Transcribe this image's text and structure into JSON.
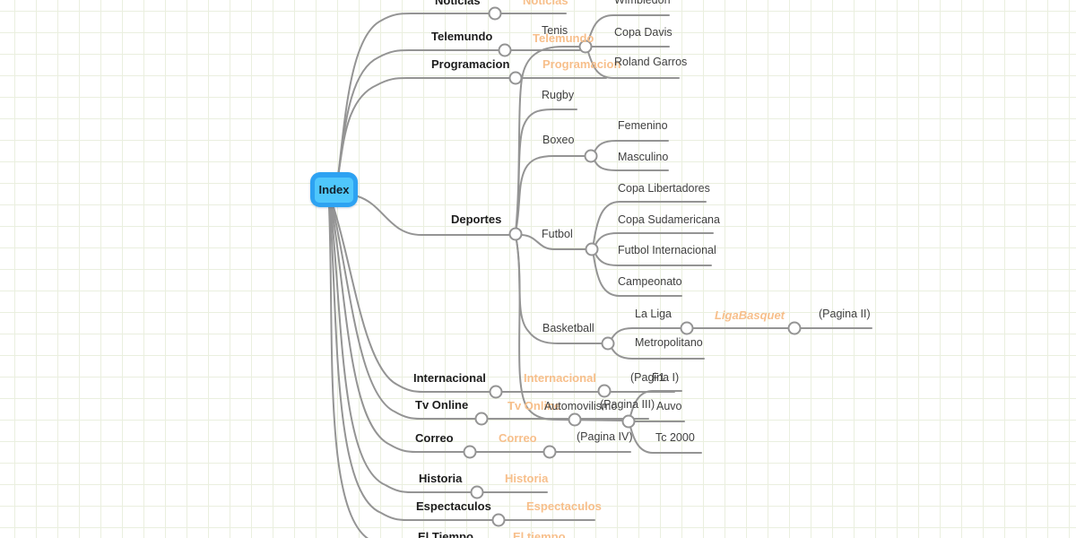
{
  "root": {
    "label": "Index"
  },
  "colors": {
    "node_outer_blue": "#2da2f2",
    "node_inner_blue": "#4fc7fc",
    "link_orange": "#f7bf8b",
    "line_gray": "#949494",
    "text_dark": "#1c1c1c",
    "grid": "#eaefdf"
  },
  "labels": {
    "noticias_main": "Noticias",
    "noticias_link": "Noticias",
    "telemundo_main": "Telemundo",
    "telemundo_link": "Telemundo",
    "programacion_main": "Programacion",
    "programacion_link": "Programacion",
    "deportes_main": "Deportes",
    "internacional_main": "Internacional",
    "internacional_link": "Internacional",
    "internacional_page": "(Pagina I)",
    "tvonline_main": "Tv Online",
    "tvonline_link": "Tv Online",
    "tvonline_page": "(Pagina III)",
    "correo_main": "Correo",
    "correo_link": "Correo",
    "correo_page": "(Pagina IV)",
    "historia_main": "Historia",
    "historia_link": "Historia",
    "espectaculos_main": "Espectaculos",
    "espectaculos_link": "Espectaculos",
    "eltiempo_main": "El Tiempo",
    "eltiempo_link": "El tiempo",
    "tenis": "Tenis",
    "wimbledon": "Wimbledon",
    "copa_davis": "Copa Davis",
    "roland_garros": "Roland Garros",
    "rugby": "Rugby",
    "boxeo": "Boxeo",
    "femenino": "Femenino",
    "masculino": "Masculino",
    "futbol": "Futbol",
    "copa_libertadores": "Copa Libertadores",
    "copa_sudamericana": "Copa Sudamericana",
    "futbol_internacional": "Futbol Internacional",
    "campeonato": "Campeonato",
    "basketball": "Basketball",
    "la_liga": "La Liga",
    "ligabasquet": "LigaBasquet",
    "pagina_ii": "(Pagina II)",
    "metropolitano": "Metropolitano",
    "automovilismo": "Automovilismo",
    "f1": "F1",
    "auvo": "Auvo",
    "tc2000": "Tc 2000"
  },
  "mindmap": {
    "root": "Index",
    "children": [
      {
        "label": "Noticias",
        "children": [
          {
            "label": "Noticias",
            "type": "link"
          }
        ]
      },
      {
        "label": "Telemundo",
        "children": [
          {
            "label": "Telemundo",
            "type": "link"
          }
        ]
      },
      {
        "label": "Programacion",
        "children": [
          {
            "label": "Programacion",
            "type": "link"
          }
        ]
      },
      {
        "label": "Deportes",
        "children": [
          {
            "label": "Tenis",
            "children": [
              {
                "label": "Wimbledon"
              },
              {
                "label": "Copa Davis"
              },
              {
                "label": "Roland Garros"
              }
            ]
          },
          {
            "label": "Rugby"
          },
          {
            "label": "Boxeo",
            "children": [
              {
                "label": "Femenino"
              },
              {
                "label": "Masculino"
              }
            ]
          },
          {
            "label": "Futbol",
            "children": [
              {
                "label": "Copa Libertadores"
              },
              {
                "label": "Copa Sudamericana"
              },
              {
                "label": "Futbol Internacional"
              },
              {
                "label": "Campeonato"
              }
            ]
          },
          {
            "label": "Basketball",
            "children": [
              {
                "label": "La Liga",
                "children": [
                  {
                    "label": "LigaBasquet",
                    "type": "link",
                    "children": [
                      {
                        "label": "(Pagina II)"
                      }
                    ]
                  }
                ]
              },
              {
                "label": "Metropolitano"
              }
            ]
          },
          {
            "label": "Automovilismo",
            "children": [
              {
                "label": "F1"
              },
              {
                "label": "Auvo"
              },
              {
                "label": "Tc 2000"
              }
            ]
          }
        ]
      },
      {
        "label": "Internacional",
        "children": [
          {
            "label": "Internacional",
            "type": "link",
            "children": [
              {
                "label": "(Pagina I)"
              }
            ]
          }
        ]
      },
      {
        "label": "Tv Online",
        "children": [
          {
            "label": "Tv Online",
            "type": "link",
            "children": [
              {
                "label": "(Pagina III)"
              }
            ]
          }
        ]
      },
      {
        "label": "Correo",
        "children": [
          {
            "label": "Correo",
            "type": "link",
            "children": [
              {
                "label": "(Pagina IV)"
              }
            ]
          }
        ]
      },
      {
        "label": "Historia",
        "children": [
          {
            "label": "Historia",
            "type": "link"
          }
        ]
      },
      {
        "label": "Espectaculos",
        "children": [
          {
            "label": "Espectaculos",
            "type": "link"
          }
        ]
      },
      {
        "label": "El Tiempo",
        "children": [
          {
            "label": "El tiempo",
            "type": "link"
          }
        ]
      }
    ]
  }
}
